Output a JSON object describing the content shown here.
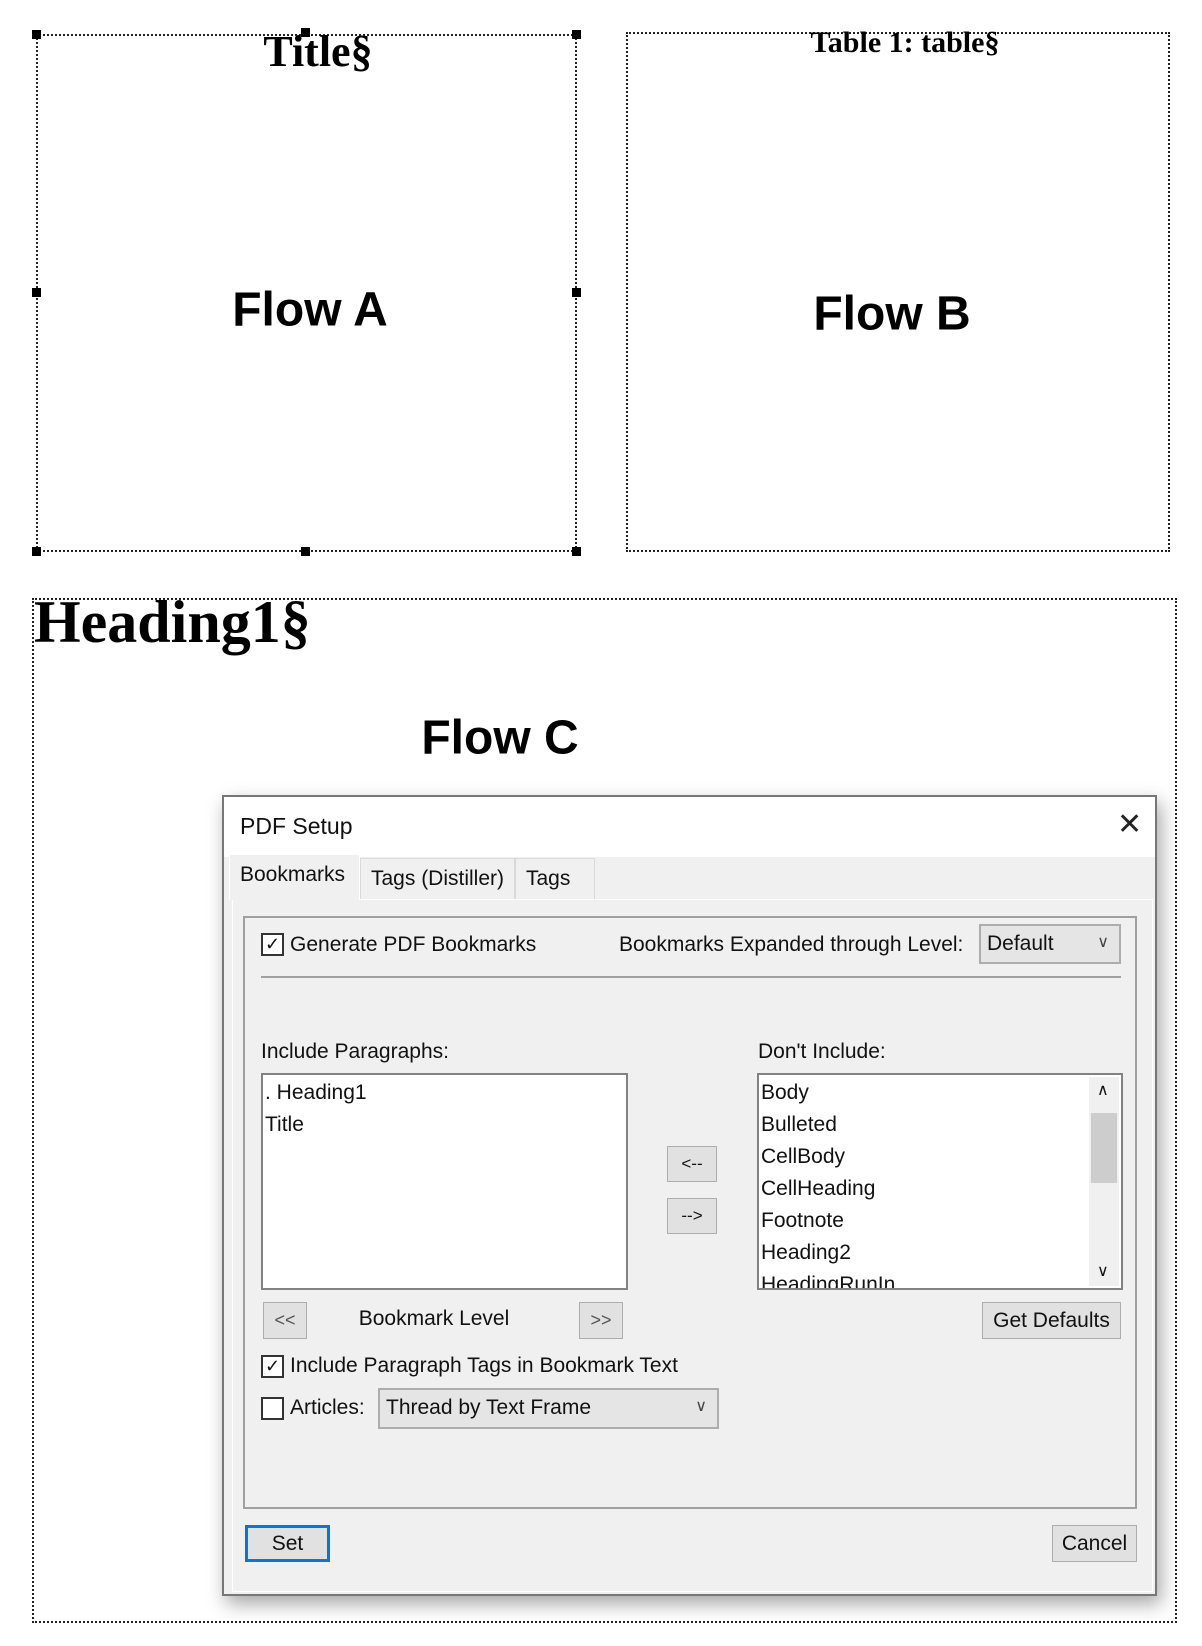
{
  "document": {
    "flow_a": {
      "paragraph": "Title§",
      "label": "Flow A"
    },
    "flow_b": {
      "paragraph": "Table 1: table§",
      "label": "Flow B"
    },
    "flow_c": {
      "paragraph": "Heading1§",
      "label": "Flow C"
    }
  },
  "dialog": {
    "title": "PDF Setup",
    "close_icon": "close-icon",
    "tabs": [
      {
        "label": "Bookmarks",
        "active": true
      },
      {
        "label": "Tags (Distiller)"
      },
      {
        "label": "Tags"
      }
    ],
    "generate_bookmarks": {
      "label": "Generate PDF Bookmarks",
      "checked": true
    },
    "expanded_level": {
      "label": "Bookmarks Expanded through Level:",
      "value": "Default"
    },
    "include": {
      "label": "Include Paragraphs:",
      "items": [
        ". Heading1",
        "Title"
      ]
    },
    "dont_include": {
      "label": "Don't Include:",
      "items": [
        "Body",
        "Bulleted",
        "CellBody",
        "CellHeading",
        "Footnote",
        "Heading2",
        "HeadingRunIn"
      ]
    },
    "move_left": "<--",
    "move_right": "-->",
    "level_down": "<<",
    "level_label": "Bookmark Level",
    "level_up": ">>",
    "get_defaults": "Get Defaults",
    "include_tags": {
      "label": "Include Paragraph Tags in Bookmark Text",
      "checked": true
    },
    "articles": {
      "label": "Articles:",
      "checked": false,
      "value": "Thread by Text Frame"
    },
    "set": "Set",
    "cancel": "Cancel",
    "focus_color": "#0078d7"
  }
}
